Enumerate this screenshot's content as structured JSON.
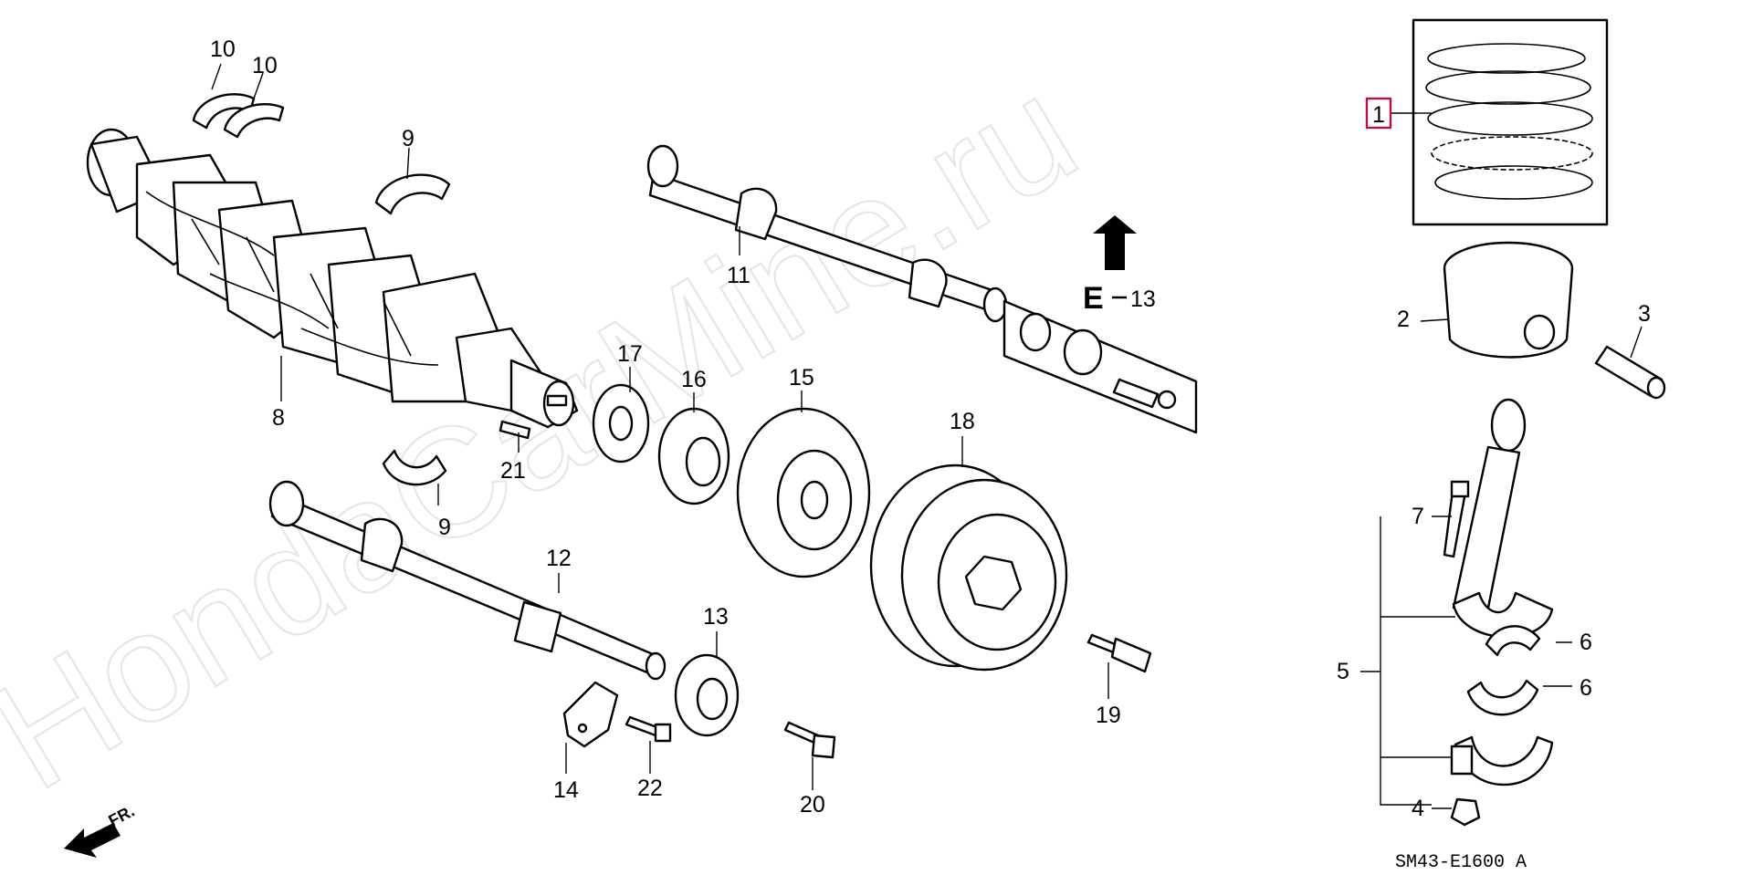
{
  "diagram_code": "SM43-E1600 A",
  "watermark": "HondaCarMine.ru",
  "direction_label": "FR.",
  "ref_label": "E",
  "ref_number": "13",
  "highlight_color": "#b0124c",
  "callouts": {
    "c1": "1",
    "c2": "2",
    "c3": "3",
    "c4": "4",
    "c5": "5",
    "c6a": "6",
    "c6b": "6",
    "c7": "7",
    "c8": "8",
    "c9a": "9",
    "c9b": "9",
    "c10a": "10",
    "c10b": "10",
    "c11": "11",
    "c12": "12",
    "c13": "13",
    "c14": "14",
    "c15": "15",
    "c16": "16",
    "c17": "17",
    "c18": "18",
    "c19": "19",
    "c20": "20",
    "c21": "21",
    "c22": "22"
  }
}
